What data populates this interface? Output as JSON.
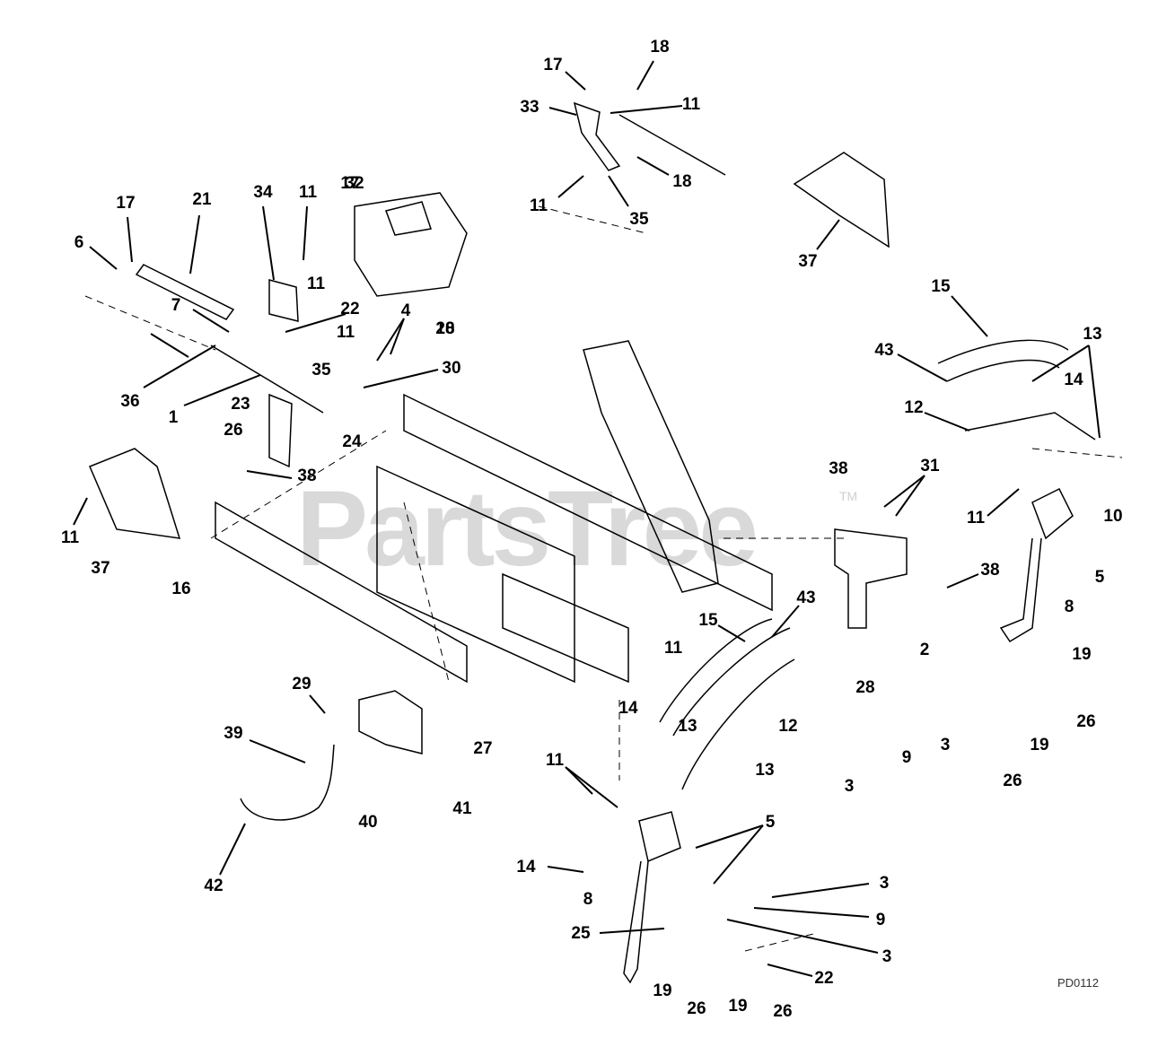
{
  "watermark": "PartsTree",
  "watermark_tm": "TM",
  "diagram_code": "PD0112",
  "callouts": [
    {
      "id": "c1",
      "label": "18"
    },
    {
      "id": "c2",
      "label": "17"
    },
    {
      "id": "c3",
      "label": "33"
    },
    {
      "id": "c4",
      "label": "11"
    },
    {
      "id": "c5",
      "label": "18"
    },
    {
      "id": "c6",
      "label": "11"
    },
    {
      "id": "c7",
      "label": "35"
    },
    {
      "id": "c8",
      "label": "37"
    },
    {
      "id": "c9",
      "label": "17"
    },
    {
      "id": "c10",
      "label": "21"
    },
    {
      "id": "c11",
      "label": "34"
    },
    {
      "id": "c12",
      "label": "11"
    },
    {
      "id": "c13",
      "label": "32"
    },
    {
      "id": "c14",
      "label": "6"
    },
    {
      "id": "c15",
      "label": "17"
    },
    {
      "id": "c16",
      "label": "11"
    },
    {
      "id": "c17",
      "label": "7"
    },
    {
      "id": "c18",
      "label": "22"
    },
    {
      "id": "c19",
      "label": "4"
    },
    {
      "id": "c20",
      "label": "18"
    },
    {
      "id": "c21",
      "label": "11"
    },
    {
      "id": "c22",
      "label": "20"
    },
    {
      "id": "c23",
      "label": "35"
    },
    {
      "id": "c24",
      "label": "30"
    },
    {
      "id": "c25",
      "label": "36"
    },
    {
      "id": "c26",
      "label": "1"
    },
    {
      "id": "c27",
      "label": "23"
    },
    {
      "id": "c28",
      "label": "26"
    },
    {
      "id": "c29",
      "label": "24"
    },
    {
      "id": "c30",
      "label": "38"
    },
    {
      "id": "c31",
      "label": "11"
    },
    {
      "id": "c32",
      "label": "37"
    },
    {
      "id": "c33",
      "label": "16"
    },
    {
      "id": "c34",
      "label": "15"
    },
    {
      "id": "c35",
      "label": "43"
    },
    {
      "id": "c36",
      "label": "13"
    },
    {
      "id": "c37",
      "label": "14"
    },
    {
      "id": "c38",
      "label": "12"
    },
    {
      "id": "c39",
      "label": "38"
    },
    {
      "id": "c40",
      "label": "31"
    },
    {
      "id": "c41",
      "label": "11"
    },
    {
      "id": "c42",
      "label": "10"
    },
    {
      "id": "c43",
      "label": "5"
    },
    {
      "id": "c44",
      "label": "38"
    },
    {
      "id": "c45",
      "label": "8"
    },
    {
      "id": "c46",
      "label": "2"
    },
    {
      "id": "c47",
      "label": "28"
    },
    {
      "id": "c48",
      "label": "15"
    },
    {
      "id": "c49",
      "label": "43"
    },
    {
      "id": "c50",
      "label": "11"
    },
    {
      "id": "c51",
      "label": "19"
    },
    {
      "id": "c52",
      "label": "26"
    },
    {
      "id": "c53",
      "label": "19"
    },
    {
      "id": "c54",
      "label": "26"
    },
    {
      "id": "c55",
      "label": "3"
    },
    {
      "id": "c56",
      "label": "9"
    },
    {
      "id": "c57",
      "label": "3"
    },
    {
      "id": "c58",
      "label": "14"
    },
    {
      "id": "c59",
      "label": "12"
    },
    {
      "id": "c60",
      "label": "13"
    },
    {
      "id": "c61",
      "label": "13"
    },
    {
      "id": "c62",
      "label": "29"
    },
    {
      "id": "c63",
      "label": "39"
    },
    {
      "id": "c64",
      "label": "27"
    },
    {
      "id": "c65",
      "label": "40"
    },
    {
      "id": "c66",
      "label": "41"
    },
    {
      "id": "c67",
      "label": "42"
    },
    {
      "id": "c68",
      "label": "11"
    },
    {
      "id": "c69",
      "label": "5"
    },
    {
      "id": "c70",
      "label": "14"
    },
    {
      "id": "c71",
      "label": "8"
    },
    {
      "id": "c72",
      "label": "3"
    },
    {
      "id": "c73",
      "label": "9"
    },
    {
      "id": "c74",
      "label": "25"
    },
    {
      "id": "c75",
      "label": "3"
    },
    {
      "id": "c76",
      "label": "22"
    },
    {
      "id": "c77",
      "label": "19"
    },
    {
      "id": "c78",
      "label": "26"
    },
    {
      "id": "c79",
      "label": "19"
    },
    {
      "id": "c80",
      "label": "26"
    }
  ]
}
